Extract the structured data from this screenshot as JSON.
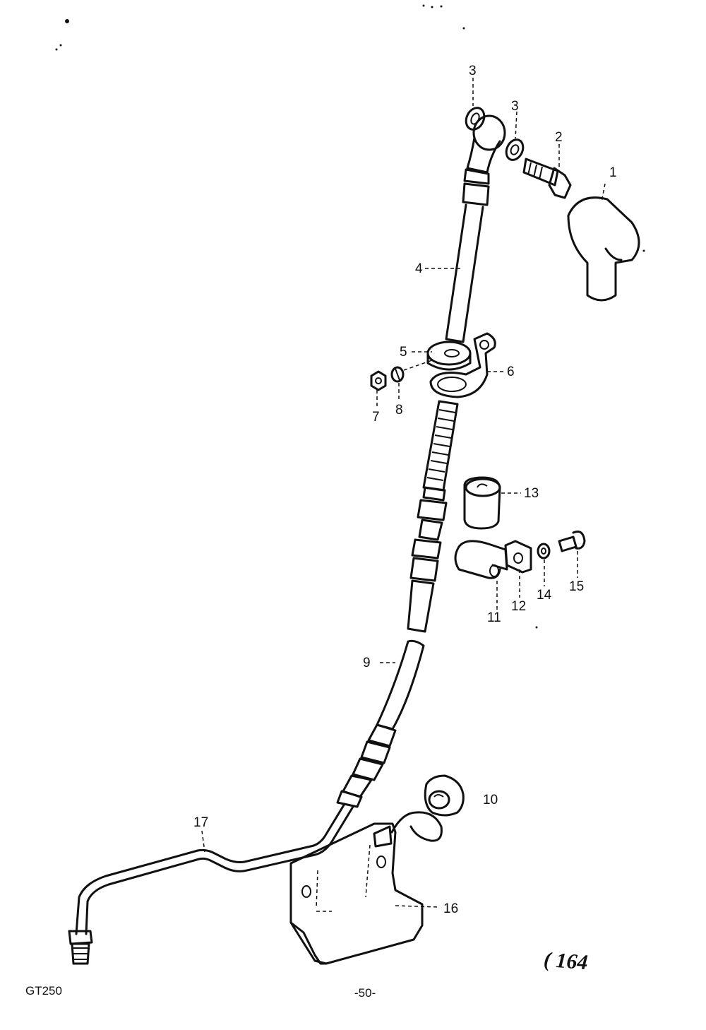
{
  "parts": [
    {
      "id": "1",
      "label": "1"
    },
    {
      "id": "2",
      "label": "2"
    },
    {
      "id": "3a",
      "label": "3"
    },
    {
      "id": "3b",
      "label": "3"
    },
    {
      "id": "4",
      "label": "4"
    },
    {
      "id": "5",
      "label": "5"
    },
    {
      "id": "6",
      "label": "6"
    },
    {
      "id": "7",
      "label": "7"
    },
    {
      "id": "8",
      "label": "8"
    },
    {
      "id": "9",
      "label": "9"
    },
    {
      "id": "10",
      "label": "10"
    },
    {
      "id": "11",
      "label": "11"
    },
    {
      "id": "12",
      "label": "12"
    },
    {
      "id": "13",
      "label": "13"
    },
    {
      "id": "14",
      "label": "14"
    },
    {
      "id": "15",
      "label": "15"
    },
    {
      "id": "16",
      "label": "16"
    },
    {
      "id": "17",
      "label": "17"
    }
  ],
  "footer": {
    "model": "GT250",
    "page_number": "-50-",
    "reference": "( 164"
  }
}
